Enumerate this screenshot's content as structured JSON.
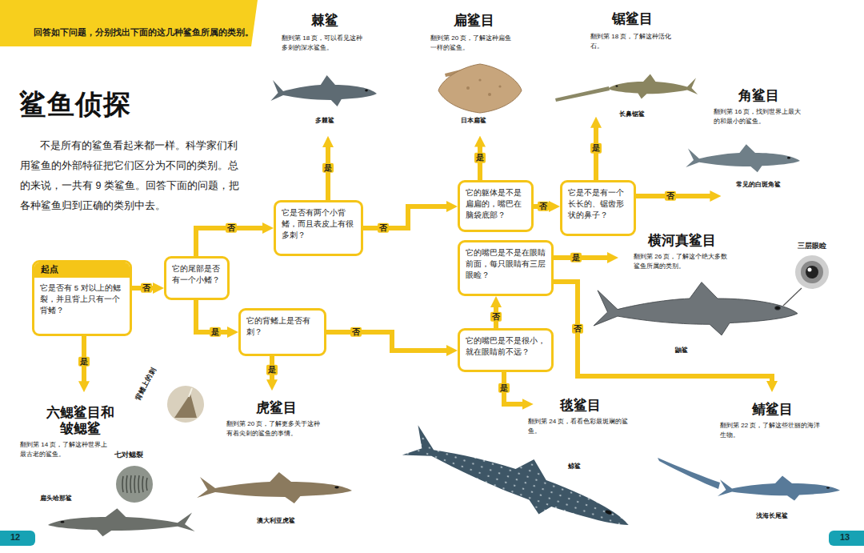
{
  "diagram": {
    "title": "鲨鱼侦探",
    "nodes": [
      {
        "text": [
          "起点",
          "它是否有 5 对以上的鳃裂，并且背上只有一个背鳍？"
        ]
      },
      {
        "text": [
          "它的尾部是否有一个小鳍？"
        ]
      },
      {
        "text": [
          "它是否有两个小背鳍，而且表皮上有很多刺？"
        ]
      },
      {
        "text": [
          "它的背鳍上是否有刺？"
        ]
      },
      {
        "text": [
          "它的躯体是不是扁扁的，嘴巴在脑袋底部？"
        ]
      },
      {
        "text": [
          "它的嘴巴是不是在眼睛前面，每只眼睛有三层眼睑？"
        ]
      },
      {
        "text": [
          "它的嘴巴是不是很小，就在眼睛前不远？"
        ]
      },
      {
        "text": [
          "它是不是有一个长长的、锯齿形状的鼻子？"
        ]
      },
      {
        "text": [
          "棘鲨",
          "翻到第 18 页，可以看见这种多刺的深水鲨鱼。",
          "多棘鲨"
        ]
      },
      {
        "text": [
          "扁鲨目",
          "翻到第 20 页，了解这种扁鱼一样的鲨鱼。",
          "日本扁鲨"
        ]
      },
      {
        "text": [
          "锯鲨目",
          "翻到第 18 页，了解这种活化石。",
          "长鼻锯鲨"
        ]
      },
      {
        "text": [
          "角鲨目",
          "翻到第 16 页，找到世界上最大的和最小的鲨鱼。",
          "常见的白斑角鲨"
        ]
      },
      {
        "text": [
          "横河真鲨目",
          "翻到第 26 页，了解这个绝大多数鲨鱼所属的类别。",
          "鼬鲨"
        ]
      },
      {
        "text": [
          "六鳃鲨目和皱鳃鲨",
          "翻到第 14 页，了解这种世界上最古老的鲨鱼。",
          "扁头哈那鲨"
        ]
      },
      {
        "text": [
          "虎鲨目",
          "翻到第 20 页，了解更多关于这种有着尖刺的鲨鱼的事情。",
          "澳大利亚虎鲨"
        ]
      },
      {
        "text": [
          "毯鲨目",
          "翻到第 24 页，看看色彩最斑斓的鲨鱼。",
          "鲸鲨"
        ]
      },
      {
        "text": [
          "鲭鲨目",
          "翻到第 22 页，了解这些壮丽的海洋生物。",
          "浅海长尾鲨"
        ]
      }
    ],
    "edges": [
      {
        "from": 0,
        "to": 13,
        "label": "是",
        "arrow": "to"
      },
      {
        "from": 0,
        "to": 1,
        "label": "否",
        "arrow": "to"
      },
      {
        "from": 1,
        "to": 2,
        "label": "否",
        "arrow": "to"
      },
      {
        "from": 1,
        "to": 3,
        "label": "是",
        "arrow": "to"
      },
      {
        "from": 2,
        "to": 8,
        "label": "是",
        "arrow": "to"
      },
      {
        "from": 2,
        "to": 4,
        "label": "否",
        "arrow": "to"
      },
      {
        "from": 3,
        "to": 14,
        "label": "是",
        "arrow": "to"
      },
      {
        "from": 3,
        "to": 6,
        "label": "否",
        "arrow": "to"
      },
      {
        "from": 4,
        "to": 9,
        "label": "是",
        "arrow": "to"
      },
      {
        "from": 4,
        "to": 7,
        "label": "否",
        "arrow": "to"
      },
      {
        "from": 6,
        "to": 15,
        "label": "是",
        "arrow": "to"
      },
      {
        "from": 6,
        "to": 5,
        "label": "否",
        "arrow": "to"
      },
      {
        "from": 7,
        "to": 10,
        "label": "是",
        "arrow": "to"
      },
      {
        "from": 7,
        "to": 11,
        "label": "否",
        "arrow": "to"
      },
      {
        "from": 5,
        "to": 12,
        "label": "是",
        "arrow": "to"
      },
      {
        "from": 5,
        "to": 16,
        "label": "否",
        "arrow": "to"
      }
    ],
    "labels": [
      "回答如下问题，分别找出下面的这几种鲨鱼所属的类别。",
      "不是所有的鲨鱼看起来都一样。科学家们利用鲨鱼的外部特征把它们区分为不同的类别。总的来说，一共有 9 类鲨鱼。回答下面的问题，把各种鲨鱼归到正确的类别中去。",
      "七对鳃裂",
      "背鳍上的刺",
      "三层眼睑",
      "12",
      "13"
    ]
  }
}
